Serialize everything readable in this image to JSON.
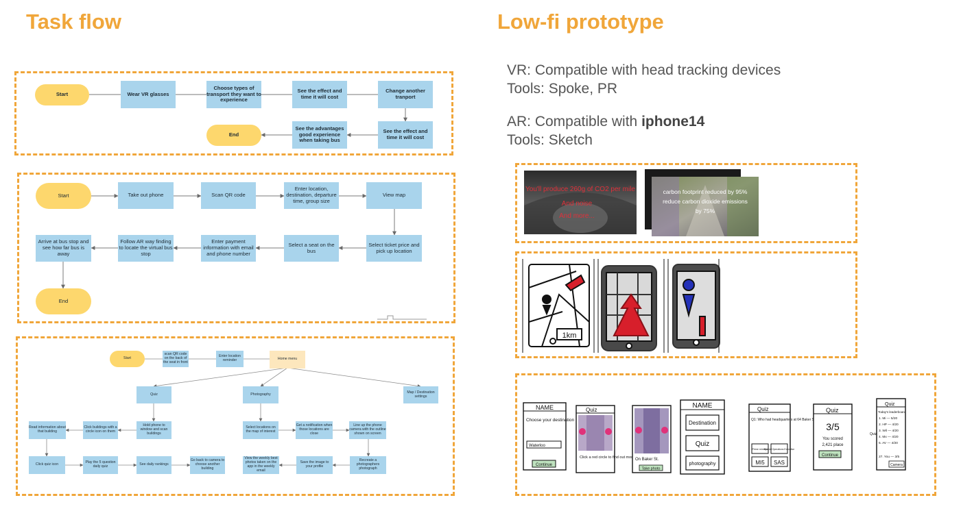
{
  "headings": {
    "task_flow": "Task flow",
    "prototype": "Low-fi prototype"
  },
  "info": {
    "vr_line": "VR: Compatible with head tracking devices",
    "vr_tools": "Tools: Spoke, PR",
    "ar_prefix": "AR: Compatible with ",
    "ar_device": "iphone14",
    "ar_tools": "Tools: Sketch"
  },
  "flow_vr": {
    "start": "Start",
    "wear": "Wear VR glasses",
    "choose": "Choose types of transport they want to experience",
    "effect1": "See the effect and time it will cost",
    "change": "Change another tranport",
    "effect2": "See the effect and time it will cost",
    "advantages": "See the advantages good experience when taking bus",
    "end": "End"
  },
  "flow_ar": {
    "start": "Start",
    "take_phone": "Take out phone",
    "scan": "Scan QR code",
    "enter_loc": "Enter location, destination, departure time, group size",
    "view_map": "View map",
    "select_ticket": "Select ticket price and pick up location",
    "select_seat": "Select a seat on the bus",
    "payment": "Enter payment information with email and phone number",
    "follow_ar": "Follow AR way finding to locate the virtual bus stop",
    "arrive": "Arrive at bus stop and see how far bus is away",
    "end": "End"
  },
  "flow_app": {
    "start": "Start",
    "scan_seat": "scan QR code on the back of the seat in front",
    "enter_reminder": "Enter location reminder",
    "home": "Home menu",
    "quiz": "Quiz",
    "photography": "Photography",
    "map_dest": "Map / Destination settings",
    "hold_phone": "Hold phone to window and scan buildings",
    "click_buildings": "Click buildings with a circle icon on them",
    "read_info": "Read information about that building",
    "click_quiz": "Click quiz icon",
    "play_quiz": "Play the 5 question daily quiz",
    "see_rankings": "See daily rankings",
    "go_back": "Go back to camera to choose another building",
    "select_locations": "Select locations on the map of interest",
    "notification": "Get a notification when those locations are close",
    "line_up": "Line up the phone camera with the outline shown on screen",
    "recreate": "Recreate a photographers photograph",
    "save_image": "Save the image to your profile",
    "view_weekly": "View the weekly best photos taken on the app in the weekly email"
  },
  "vr_screens": {
    "left_line1": "You'll produce 260g of CO2 per mile",
    "left_line2": "And noise",
    "left_line3": "And more...",
    "right_line1": "carbon footprint reduced by 95%",
    "right_line2": "reduce carbon dioxide emissions",
    "right_line3": "by 75%"
  },
  "ar_sketches": {
    "distance": "1km"
  },
  "app_sketches": {
    "s1_title": "NAME",
    "s1_text": "Choose your destination",
    "s1_field": "Waterloo",
    "s1_button": "Continue",
    "s2_title": "Quiz",
    "s2_text": "Click a red circle to find out more!",
    "s3_label": "On Baker St.",
    "s3_button": "Take photo",
    "s4_title": "NAME",
    "s4_btn1": "Destination",
    "s4_btn2": "Quiz",
    "s4_btn3": "photography",
    "s5_title": "Quiz",
    "s5_question": "Q1: Who had headquarters at 64 Baker St. London?",
    "s5_opt1": "Prime minister",
    "s5_opt2": "Special Operations Executive",
    "s5_opt3": "MI5",
    "s5_opt4": "SAS",
    "s6_title": "Quiz",
    "s6_score": "3/5",
    "s6_text": "You scored",
    "s6_rank": "2,421 place",
    "s6_button": "Continue",
    "s7_title": "Quiz",
    "s7_subtitle": "Today's leaderboard",
    "s7_rows": [
      "1. Mi — 5/20",
      "2. HP — 4/20",
      "3. Wil — 4/20",
      "4. Mx — 4/20",
      "5. AV — 4/20",
      "27. You — 3/5"
    ],
    "s7_button": "Camera",
    "s7_side": "Quiz"
  }
}
